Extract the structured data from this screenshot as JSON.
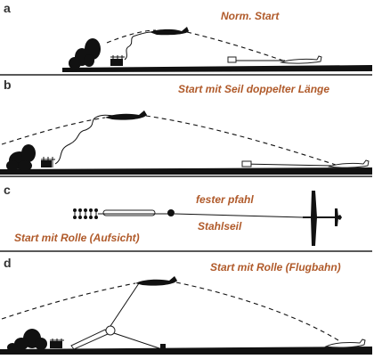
{
  "panels": [
    {
      "letter": "a",
      "label": "Norm. Start"
    },
    {
      "letter": "b",
      "label": "Start mit Seil doppelter Länge"
    },
    {
      "letter": "c",
      "label": "Start mit Rolle (Aufsicht)",
      "annotations": [
        "fester pfahl",
        "Stahlseil"
      ]
    },
    {
      "letter": "d",
      "label": "Start mit Rolle (Flugbahn)"
    }
  ],
  "colors": {
    "label": "#b05a2a",
    "ink": "#111111",
    "letter": "#333333"
  }
}
